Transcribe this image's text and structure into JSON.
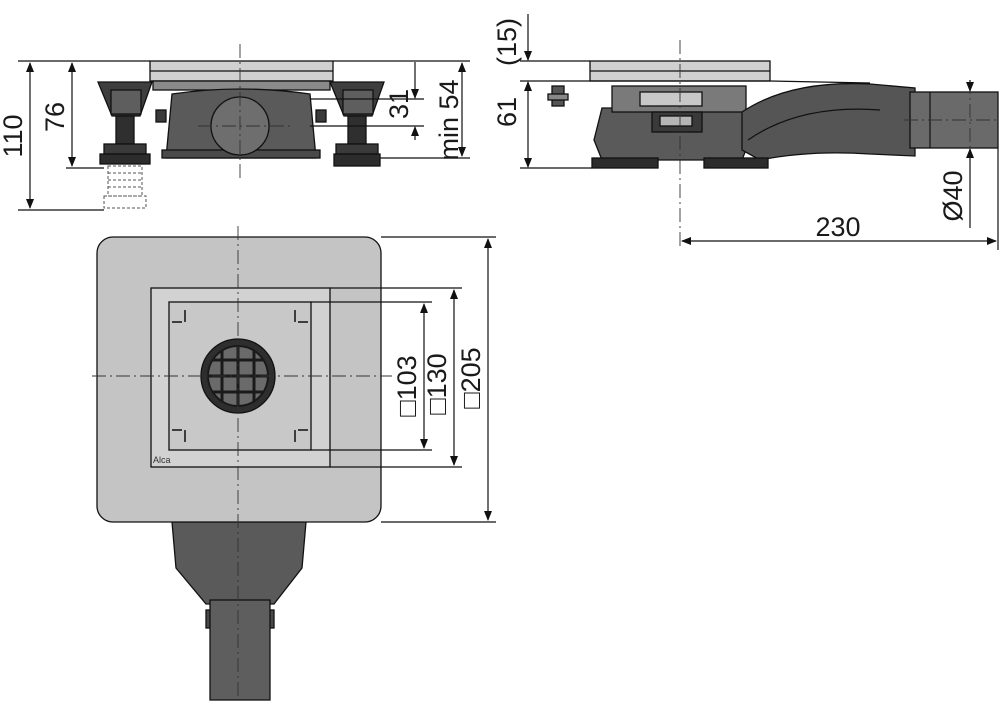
{
  "front_view": {
    "dim_total_height": "110",
    "dim_body_height": "76",
    "dim_outlet_height": "31",
    "dim_min_height": "min 54"
  },
  "side_view": {
    "dim_tile_thickness": "(15)",
    "dim_height": "61",
    "dim_length": "230",
    "dim_outlet_diameter": "Ø40"
  },
  "top_view": {
    "dim_grate": "□103",
    "dim_frame": "□130",
    "dim_flange": "□205",
    "brand": "Alca"
  },
  "colors": {
    "body": "#5a5a5a",
    "body_dark": "#3a3a3a",
    "flange": "#c4c4c4",
    "frame": "#d2d2d2",
    "line": "#111111"
  }
}
